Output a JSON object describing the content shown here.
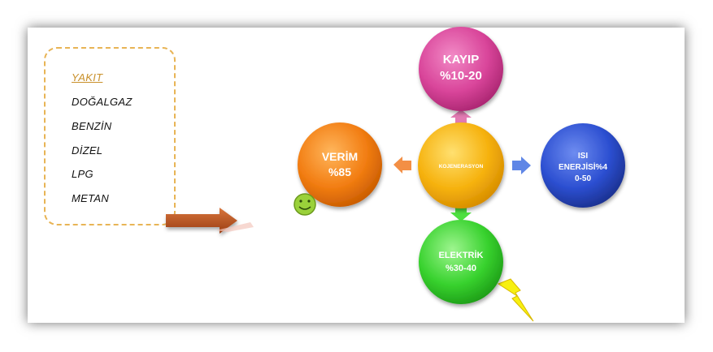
{
  "fuels": {
    "heading": "YAKIT",
    "items": [
      "DOĞALGAZ",
      "BENZİN",
      "DİZEL",
      "LPG",
      "METAN"
    ]
  },
  "center": {
    "label": "KOJENERASYON",
    "color": "#f6b20e"
  },
  "nodes": {
    "top": {
      "line1": "KAYIP",
      "line2": "%10-20",
      "color": "#d9459a"
    },
    "left": {
      "line1": "VERİM",
      "line2": "%85",
      "color": "#f27d12"
    },
    "right": {
      "line1": "ISI",
      "line2": "ENERJİSİ%4",
      "line3": "0-50",
      "color": "#2c4fd1"
    },
    "bottom": {
      "line1": "ELEKTRİK",
      "line2": "%30-40",
      "color": "#38d22e"
    }
  },
  "icons": [
    "smiley-icon",
    "lightning-bolt-icon",
    "right-arrow-icon"
  ]
}
